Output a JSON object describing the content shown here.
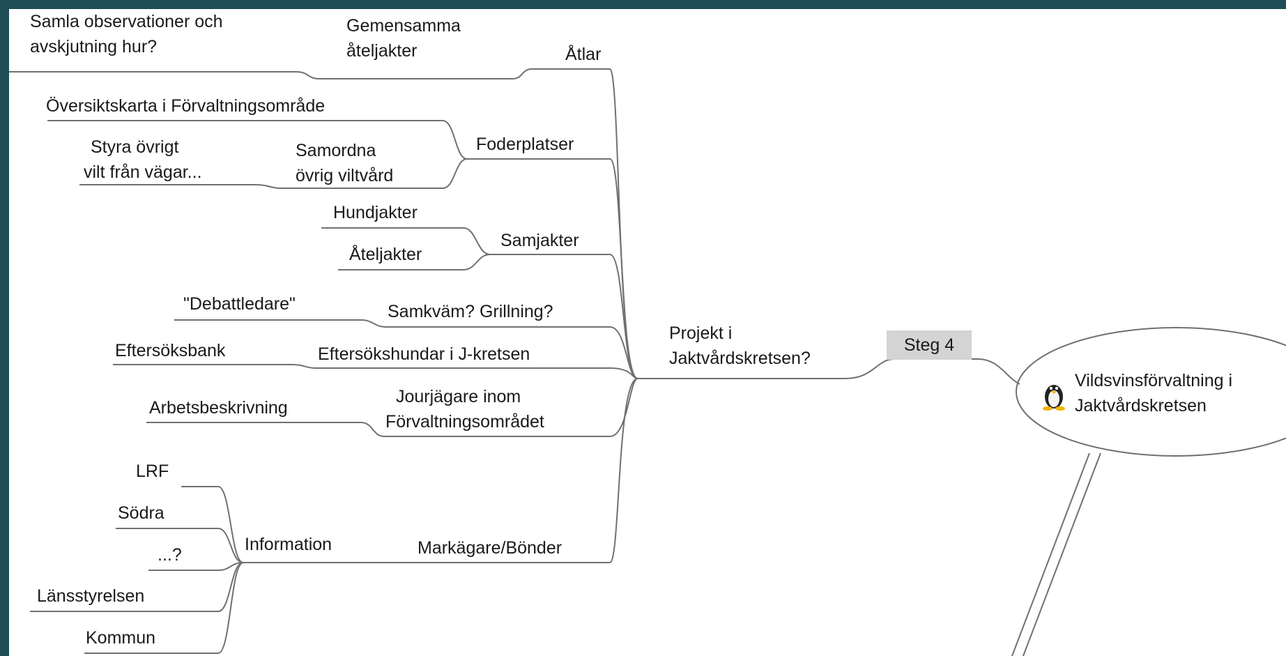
{
  "root": {
    "lines": [
      "Vildsvinsförvaltning i",
      "Jaktvårdskretsen"
    ],
    "icon": "penguin-icon"
  },
  "relation_tag": "Steg 4",
  "main_topic": [
    "Projekt i",
    "Jaktvårdskretsen?"
  ],
  "branches": {
    "atlar": {
      "label": "Åtlar",
      "gemensamma": [
        "Gemensamma",
        "åteljakter"
      ],
      "samla": [
        "Samla observationer och",
        "avskjutning hur?"
      ]
    },
    "foderplatser": {
      "label": "Foderplatser",
      "oversiktskarta": "Översiktskarta i Förvaltningsområde",
      "samordna": [
        "Samordna",
        "övrig viltvård"
      ],
      "styra": [
        "Styra övrigt",
        "vilt från vägar..."
      ]
    },
    "samjakter": {
      "label": "Samjakter",
      "hundjakter": "Hundjakter",
      "ateljakter": "Åteljakter"
    },
    "samkvam": {
      "label": "Samkväm? Grillning?",
      "debattledare": "\"Debattledare\""
    },
    "eftersok": {
      "label": "Eftersökshundar i J-kretsen",
      "bank": "Eftersöksbank"
    },
    "jour": {
      "label": [
        "Jourjägare inom",
        "Förvaltningsområdet"
      ],
      "arbetsbeskrivning": "Arbetsbeskrivning"
    },
    "markagare": {
      "label": "Markägare/Bönder",
      "information": "Information",
      "items": [
        "LRF",
        "Södra",
        "...?",
        "Länsstyrelsen",
        "Kommun"
      ]
    }
  }
}
